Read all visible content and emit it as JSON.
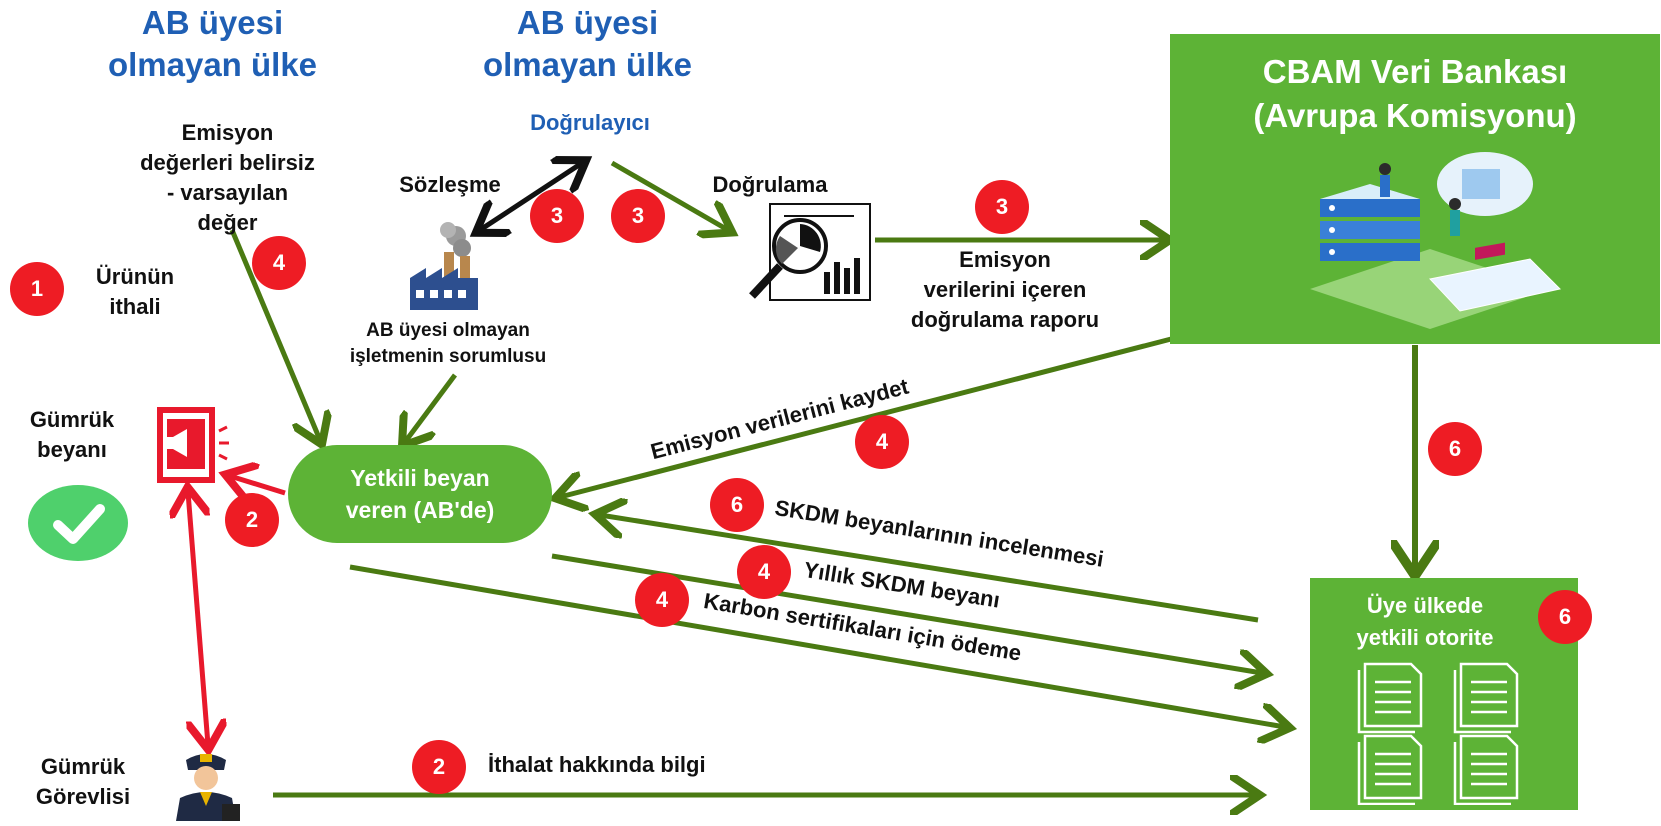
{
  "headers": {
    "left": "AB üyesi\nolmayan ülke",
    "middle": "AB üyesi\nolmayan ülke"
  },
  "labels": {
    "verifier": "Doğrulayıcı",
    "emission_default": "Emisyon\ndeğerleri belirsiz\n- varsayılan\ndeğer",
    "contract": "Sözleşme",
    "verification": "Doğrulama",
    "operator": "AB üyesi olmayan\nişletmenin sorumlusu",
    "product_import": "Ürünün\nithali",
    "customs_declaration": "Gümrük\nbeyanı",
    "customs_officer": "Gümrük\nGörevlisi",
    "report": "Emisyon\nverilerini içeren\ndoğrulama raporu",
    "emission_record": "Emisyon verilerini kaydet",
    "skdm_review": "SKDM beyanlarının incelenmesi",
    "annual_skdm": "Yıllık SKDM beyanı",
    "carbon_payment": "Karbon sertifikaları için ödeme",
    "import_info": "İthalat hakkında bilgi"
  },
  "nodes": {
    "cbam": "CBAM Veri Bankası\n(Avrupa Komisyonu)",
    "declarant": "Yetkili beyan\nveren (AB'de)",
    "authority": "Üye ülkede\nyetkili otorite"
  },
  "badges": {
    "import": "1",
    "customs": "2",
    "import_info": "2",
    "contract": "3",
    "verify": "3",
    "report": "3",
    "default_value": "4",
    "record": "4",
    "annual": "4",
    "payment": "4",
    "review": "6",
    "cbam_authority": "6",
    "authority": "6"
  },
  "colors": {
    "header_blue": "#1f5fb4",
    "green": "#5db336",
    "arrow_green": "#4a7a12",
    "badge_red": "#ee1c24",
    "arrow_red": "#e8192c"
  },
  "icons": [
    "factory-icon",
    "report-magnifier-icon",
    "data-server-illustration",
    "megaphone-document-icon",
    "checkmark-icon",
    "document-icon",
    "customs-officer-icon"
  ]
}
